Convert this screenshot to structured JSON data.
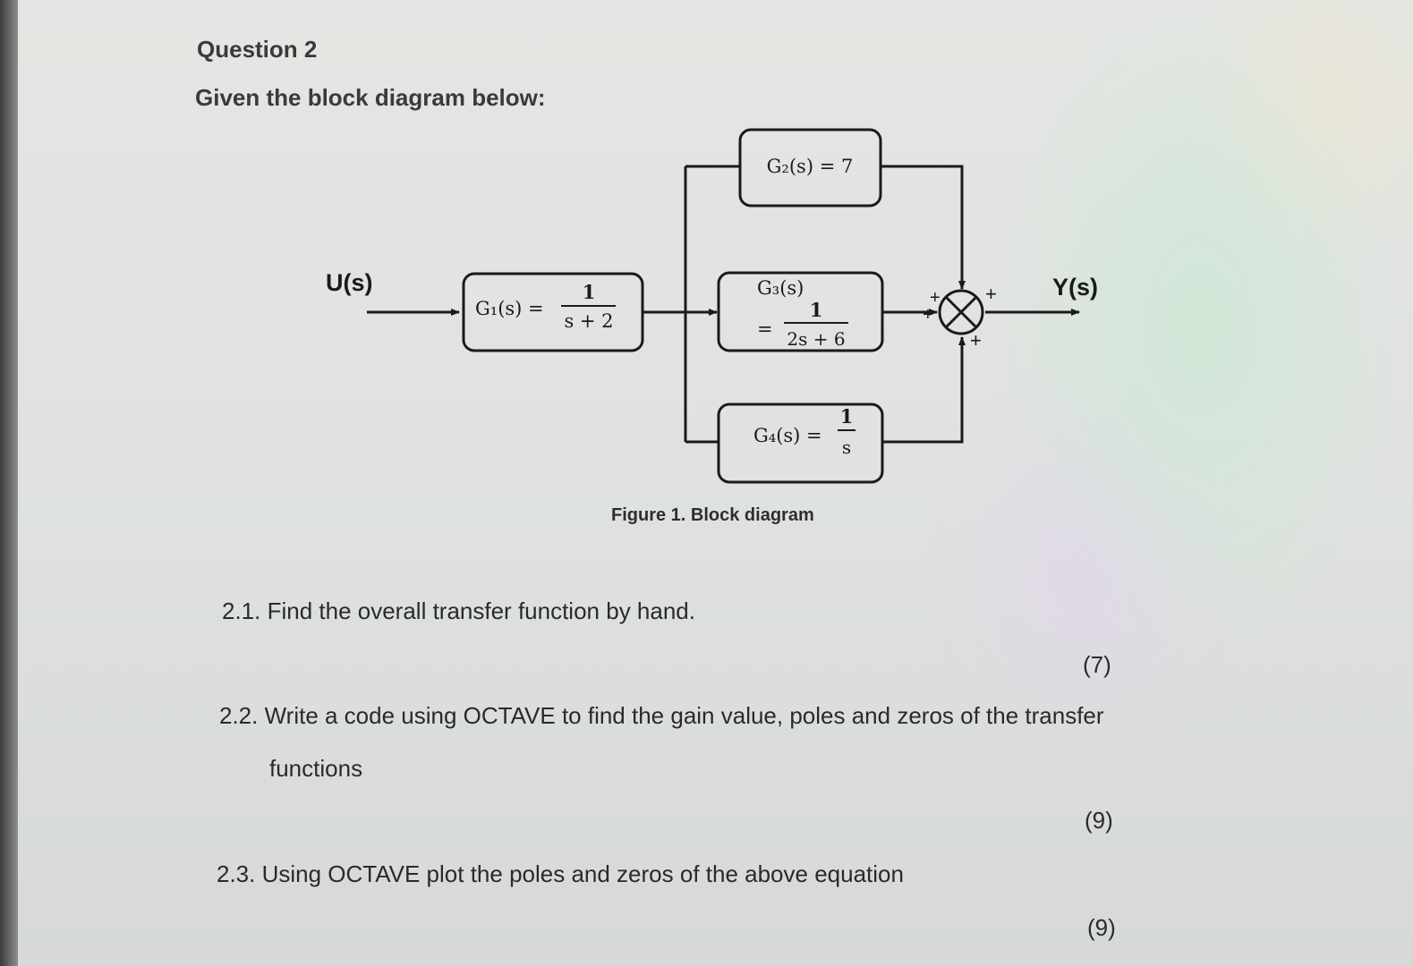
{
  "question": {
    "title": "Question 2",
    "intro": "Given the block diagram below:"
  },
  "diagram": {
    "input_label": "U(s)",
    "output_label": "Y(s)",
    "blocks": {
      "g1": {
        "name": "G₁(s) =",
        "num": "1",
        "den": "s + 2"
      },
      "g2": {
        "name": "G₂(s) = 7"
      },
      "g3": {
        "name": "G₃(s)",
        "eq": "=",
        "num": "1",
        "den": "2s + 6"
      },
      "g4": {
        "name": "G₄(s) =",
        "num": "1",
        "den": "s"
      }
    },
    "summer_signs": {
      "top": "+",
      "left": "+",
      "right": "+",
      "bottom": "+"
    },
    "caption": "Figure 1. Block diagram"
  },
  "items": [
    {
      "text": "2.1. Find the overall transfer function by hand.",
      "marks": "(7)"
    },
    {
      "text": "2.2. Write a code using OCTAVE to find the gain value, poles and zeros of the transfer",
      "continuation": "functions",
      "marks": "(9)"
    },
    {
      "text": "2.3. Using OCTAVE plot the poles and zeros of the above equation",
      "marks": "(9)"
    }
  ]
}
